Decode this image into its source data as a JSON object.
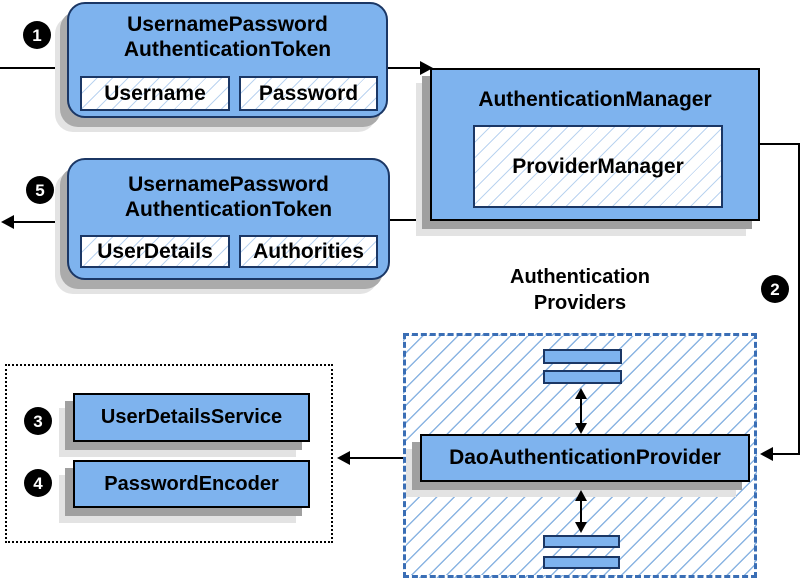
{
  "colors": {
    "node_fill_blue": "#7eb3ee",
    "node_border_navy": "#1b3765",
    "node_border_black": "#000000",
    "hatch_line_blue": "#8ab4e2",
    "dashed_border_blue": "#3a6eb5",
    "shadow_dark_gray": "#a0a0a0",
    "shadow_light_gray": "#e3e3e3",
    "badge_background": "#000000",
    "badge_text": "#ffffff"
  },
  "steps": {
    "s1": "1",
    "s2": "2",
    "s3": "3",
    "s4": "4",
    "s5": "5"
  },
  "request_token": {
    "title_line1": "UsernamePassword",
    "title_line2": "AuthenticationToken",
    "fields": [
      "Username",
      "Password"
    ]
  },
  "authentication_manager": {
    "title": "AuthenticationManager",
    "inner_box": "ProviderManager"
  },
  "response_token": {
    "title_line1": "UsernamePassword",
    "title_line2": "AuthenticationToken",
    "fields": [
      "UserDetails",
      "Authorities"
    ]
  },
  "providers_group": {
    "label_line1": "Authentication",
    "label_line2": "Providers",
    "provider": "DaoAuthenticationProvider"
  },
  "services_group": {
    "items": [
      "UserDetailsService",
      "PasswordEncoder"
    ]
  }
}
